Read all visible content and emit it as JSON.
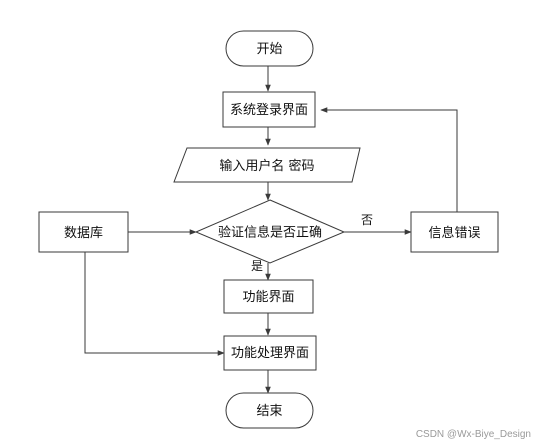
{
  "diagram": {
    "nodes": {
      "start": {
        "label": "开始"
      },
      "login": {
        "label": "系统登录界面"
      },
      "input": {
        "label": "输入用户名 密码"
      },
      "database": {
        "label": "数据库"
      },
      "verify": {
        "label": "验证信息是否正确"
      },
      "error": {
        "label": "信息错误"
      },
      "function": {
        "label": "功能界面"
      },
      "process": {
        "label": "功能处理界面"
      },
      "end": {
        "label": "结束"
      }
    },
    "edges": {
      "no_label": "否",
      "yes_label": "是"
    }
  },
  "watermark": "CSDN @Wx-Biye_Design",
  "colors": {
    "node_fill": "#ffffff",
    "stroke": "#3a3a3a",
    "text": "#111111",
    "watermark": "#9a9a9a"
  }
}
